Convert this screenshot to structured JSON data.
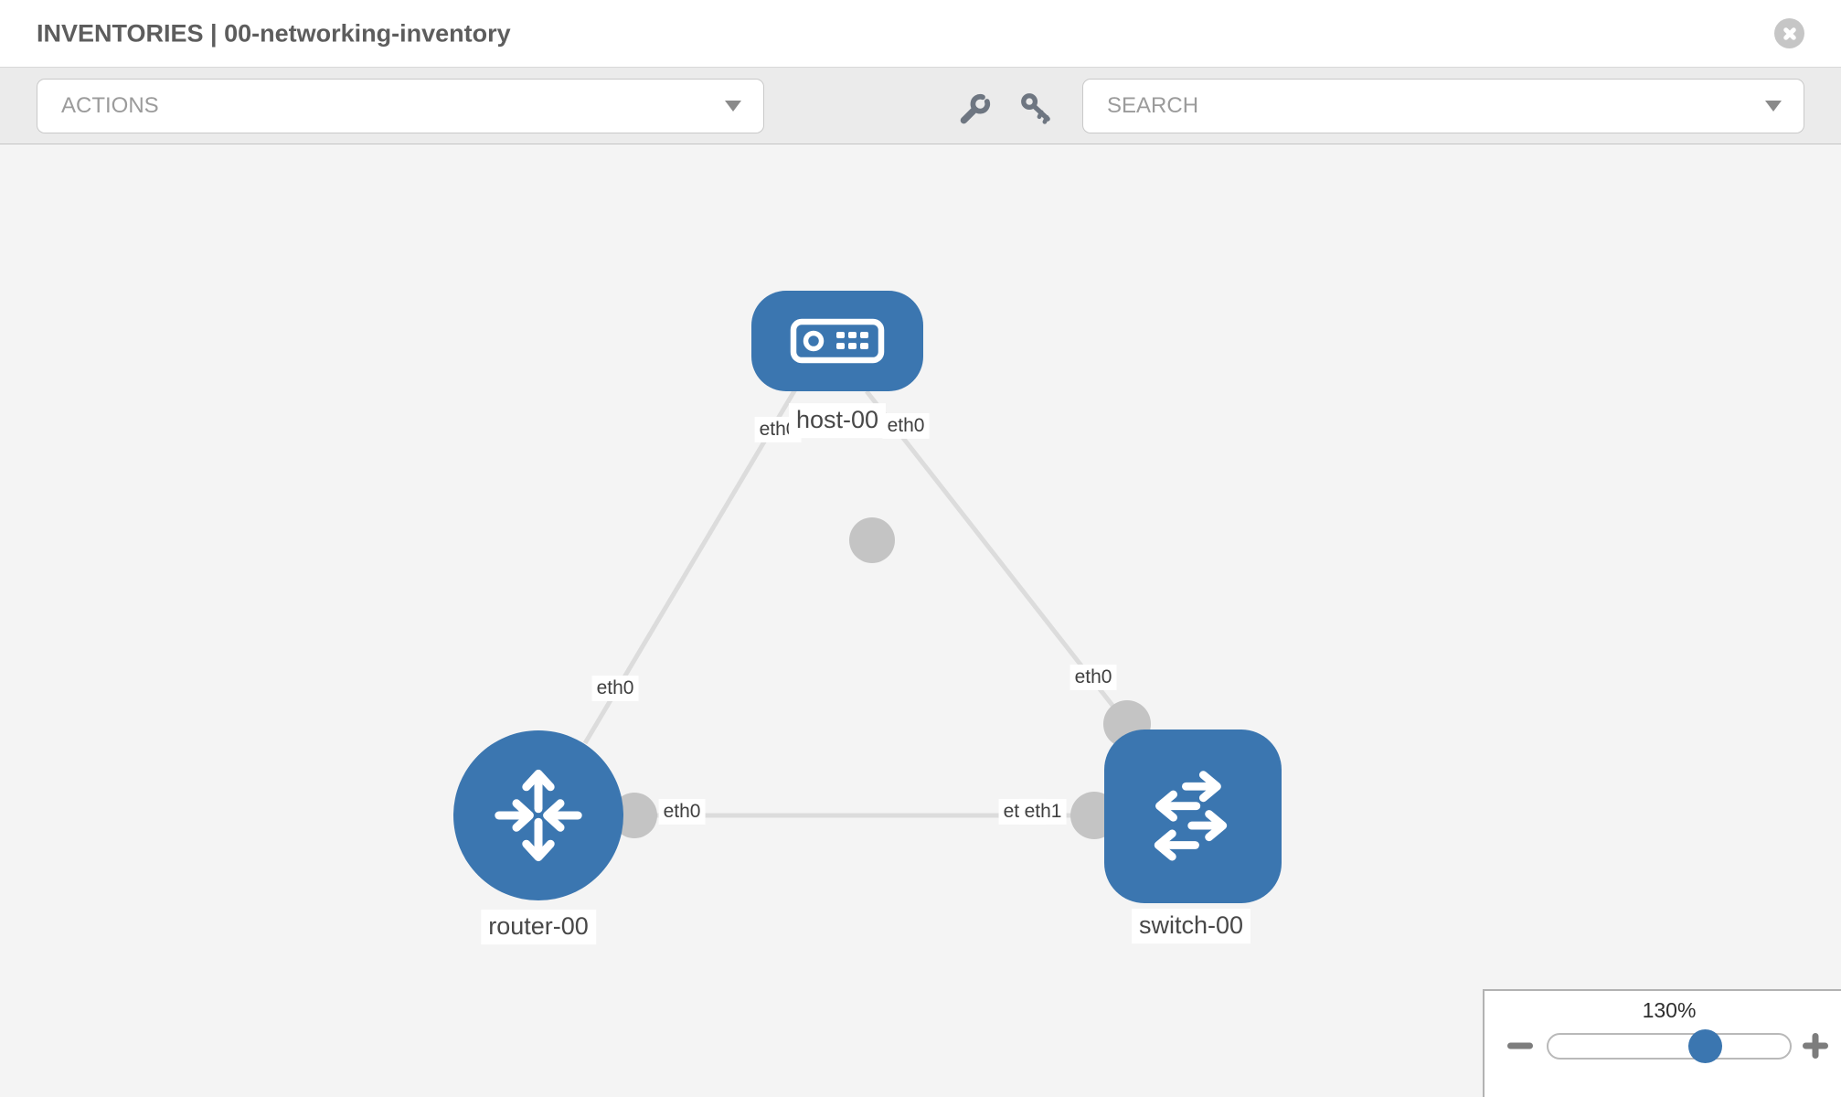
{
  "header": {
    "title": "INVENTORIES | 00-networking-inventory"
  },
  "toolbar": {
    "actions_placeholder": "ACTIONS",
    "search_placeholder": "SEARCH",
    "icons": [
      "wrench-icon",
      "key-icon"
    ]
  },
  "topology": {
    "nodes": [
      {
        "id": "host-00",
        "type": "host",
        "icon": "server-icon"
      },
      {
        "id": "router-00",
        "type": "router",
        "icon": "router-arrows-icon"
      },
      {
        "id": "switch-00",
        "type": "switch",
        "icon": "switch-arrows-icon"
      }
    ],
    "links": [
      {
        "source": "host-00",
        "source_interface": "eth0",
        "target": "router-00",
        "target_interface": "eth0"
      },
      {
        "source": "host-00",
        "source_interface": "eth0",
        "target": "switch-00",
        "target_interface": "eth0"
      },
      {
        "source": "router-00",
        "source_interface": "eth0",
        "target": "switch-00",
        "target_interface": "eth1"
      }
    ],
    "labels": {
      "host": "host-00",
      "router": "router-00",
      "switch": "switch-00",
      "if_host_left": "eth0",
      "if_host_right": "eth0",
      "if_router_top": "eth0",
      "if_switch_top": "eth0",
      "if_router_right": "eth0",
      "if_switch_left_back": "eth0",
      "if_switch_left_front": "eth1"
    },
    "colors": {
      "node_fill": "#3b76b0",
      "edge": "#dcdcdc",
      "connector": "#c4c4c4",
      "canvas_bg": "#f4f4f4"
    }
  },
  "zoom": {
    "level": "130%"
  }
}
